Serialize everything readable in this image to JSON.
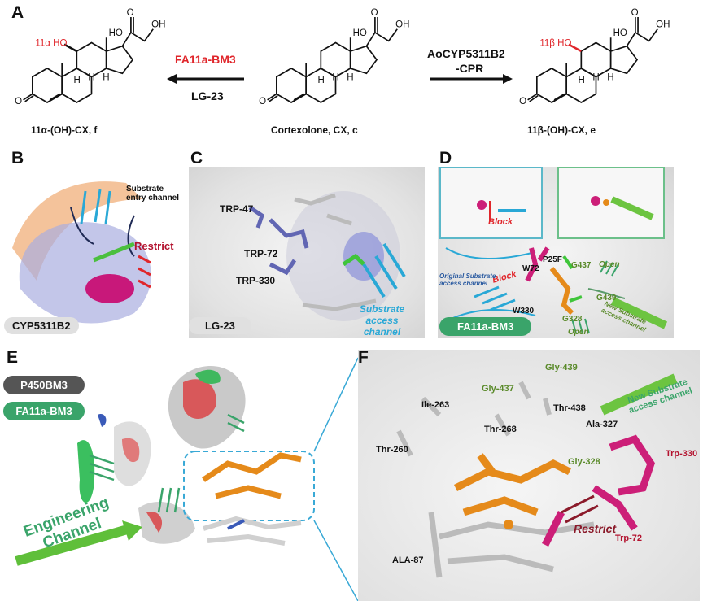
{
  "panels": {
    "a": "A",
    "b": "B",
    "c": "C",
    "d": "D",
    "e": "E",
    "f": "F"
  },
  "panel_a": {
    "left_enzyme": "FA11a-BM3",
    "left_substrate_label": "LG-23",
    "right_enzyme_line1": "AoCYP5311B2",
    "right_enzyme_line2": "-CPR",
    "left_caption": "11α-(OH)-CX, f",
    "center_caption": "Cortexolone, CX, c",
    "right_caption": "11β-(OH)-CX, e",
    "left_hydroxyl": "11α HO",
    "right_hydroxyl": "11β HO",
    "atoms": {
      "O": "O",
      "OH": "OH",
      "HO": "HO",
      "H": "H"
    }
  },
  "panel_b": {
    "entry": "Substrate entry channel",
    "restrict": "Restrict",
    "badge": "CYP5311B2"
  },
  "panel_c": {
    "trp47": "TRP-47",
    "trp72": "TRP-72",
    "trp330": "TRP-330",
    "channel": "Substrate access channel",
    "badge": "LG-23"
  },
  "panel_d": {
    "block_inset": "Block",
    "block": "Block",
    "p25f": "P25F",
    "w72": "W72",
    "w330": "W330",
    "g437": "G437",
    "g439": "G439",
    "g328": "G328",
    "open1": "Open",
    "open2": "Open",
    "original": "Original Substrate access channel",
    "new": "New Substrate access channel",
    "badge": "FA11a-BM3"
  },
  "panel_e": {
    "badge1": "P450BM3",
    "badge2": "FA11a-BM3",
    "engineering": "Engineering Channel"
  },
  "panel_f": {
    "ile263": "Ile-263",
    "thr260": "Thr-260",
    "thr268": "Thr-268",
    "gly437": "Gly-437",
    "gly439": "Gly-439",
    "thr438": "Thr-438",
    "ala327": "Ala-327",
    "gly328": "Gly-328",
    "trp330": "Trp-330",
    "trp72": "Trp-72",
    "ala87": "ALA-87",
    "restrict": "Restrict",
    "new": "New Substrate access channel"
  },
  "colors": {
    "red": "#e0262b",
    "green": "#3aa46a",
    "blue": "#29a8d6",
    "orange": "#e58a1a",
    "magenta": "#cc1f78",
    "dark": "#555555"
  }
}
